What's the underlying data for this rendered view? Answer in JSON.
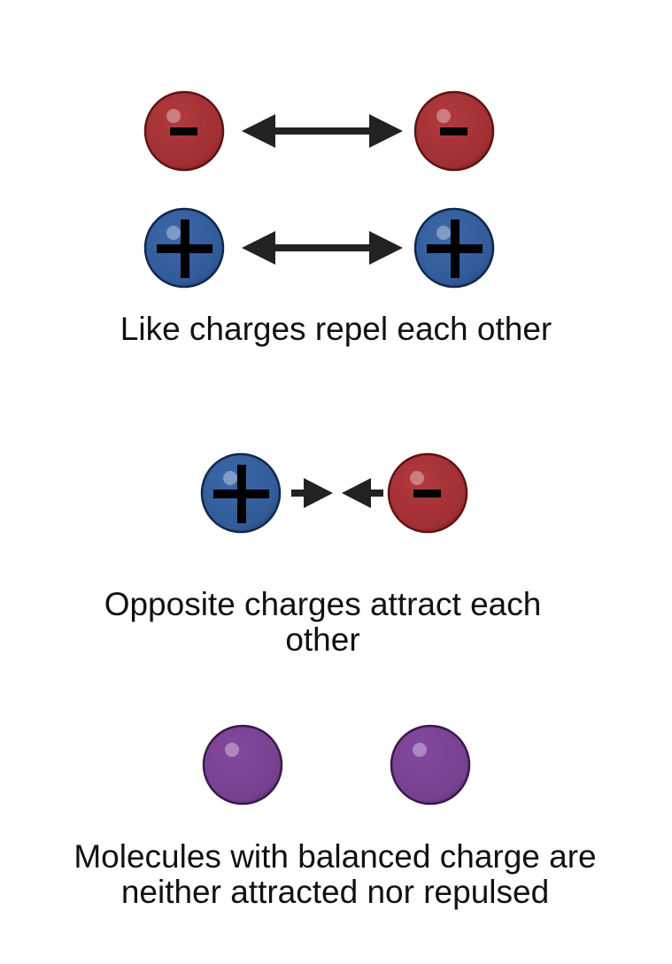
{
  "colors": {
    "negative": "#a83236",
    "negative_dark": "#5e1416",
    "positive": "#345e9e",
    "positive_dark": "#12284a",
    "neutral": "#7a4496",
    "neutral_dark": "#3a1a4a",
    "arrow": "#222222"
  },
  "sections": [
    {
      "caption": "Like charges repel each other"
    },
    {
      "caption_line1": "Opposite charges attract each",
      "caption_line2": "other"
    },
    {
      "caption_line1": "Molecules with balanced charge are",
      "caption_line2": "neither attracted nor repulsed"
    }
  ]
}
